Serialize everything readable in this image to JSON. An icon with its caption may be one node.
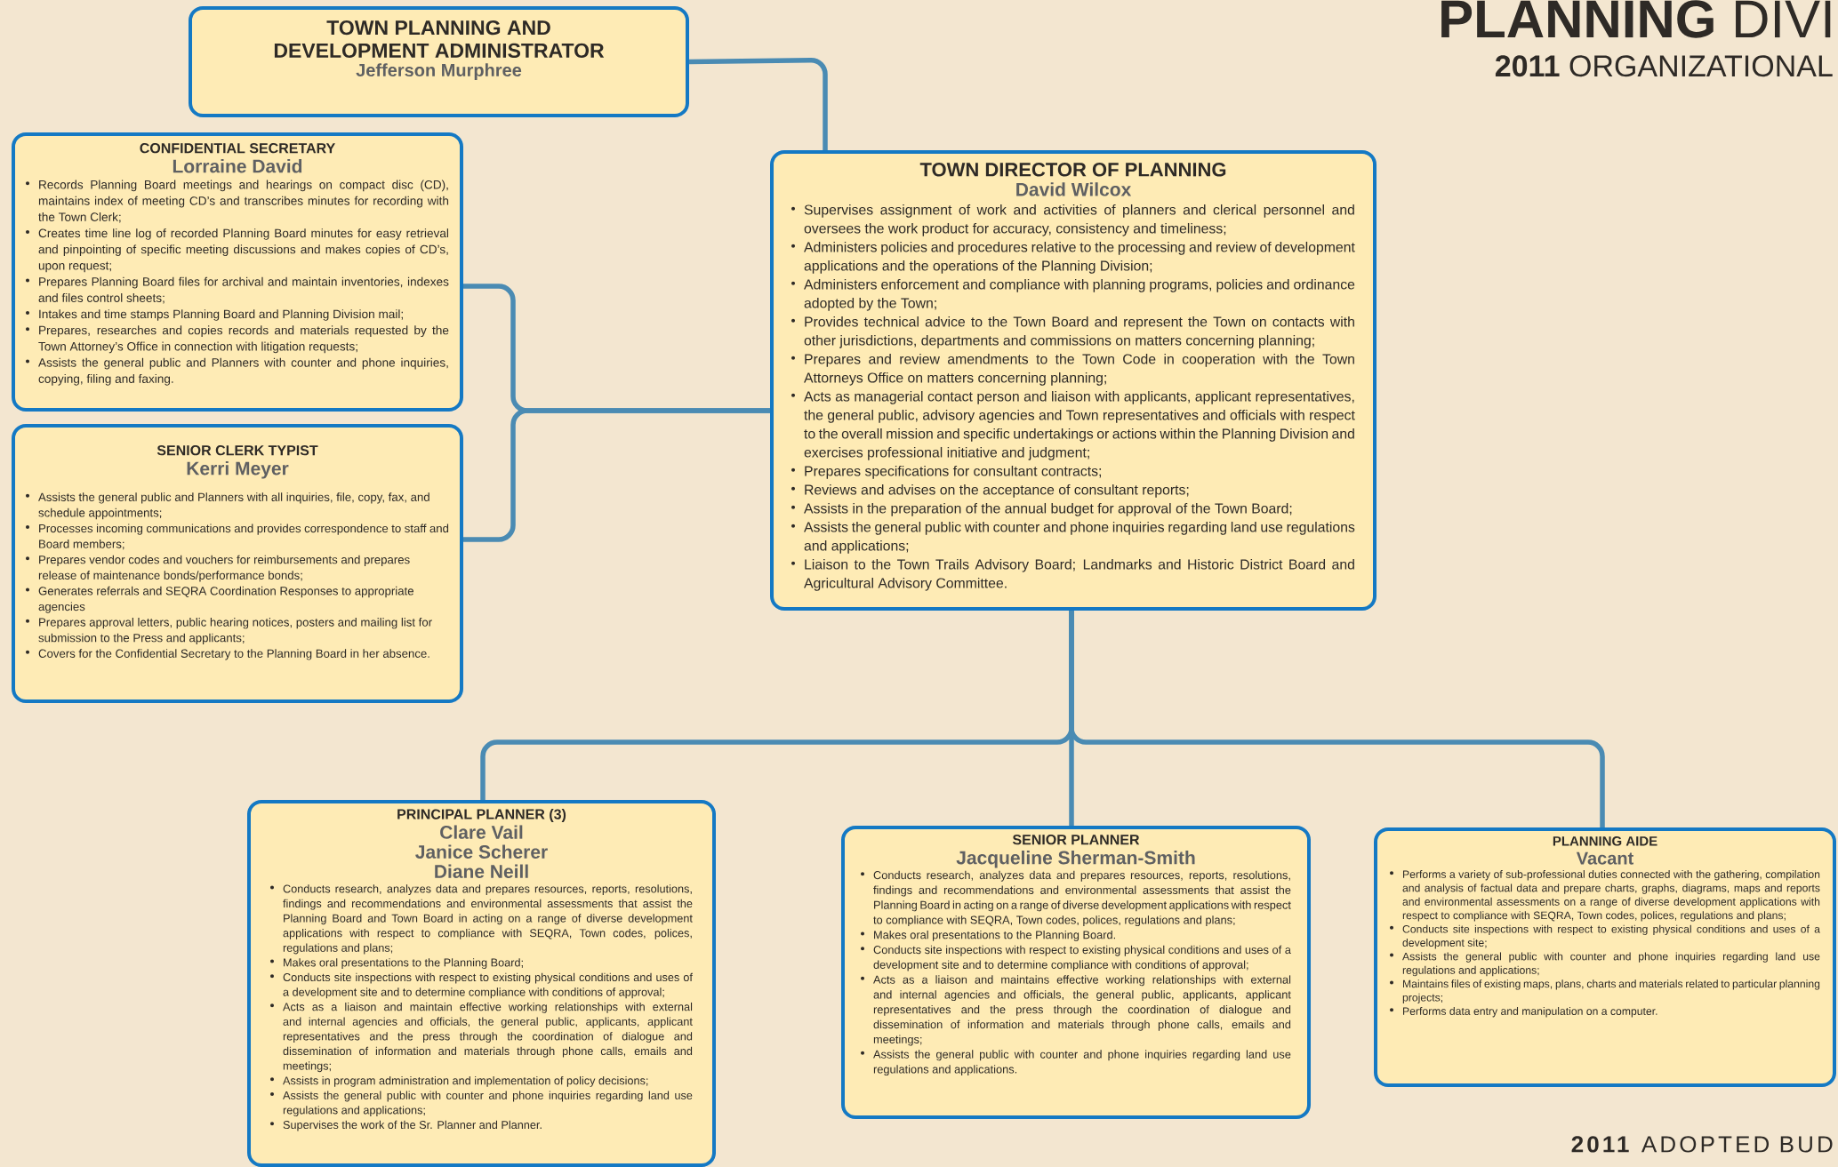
{
  "diagram": {
    "title": "**PLANNING** DIVI",
    "nodes": [
      {
        "text": [
          "TOWN PLANNING AND DEVELOPMENT ADMINISTRATOR",
          "Jefferson Murphree"
        ]
      },
      {
        "text": [
          "TOWN DIRECTOR OF PLANNING",
          "David Wilcox",
          "Supervises assignment of work and activities of planners and clerical personnel and oversees the work product for accuracy, consistency and timeliness;",
          "Administers policies and procedures relative to the processing and review of development applications and the operations of the Planning Division;",
          "Administers enforcement and compliance with planning programs, policies and ordinance adopted by the Town;",
          "Provides technical advice to the Town Board and represent the Town on contacts with other jurisdictions, departments and commissions on matters concerning planning;",
          "Prepares and review amendments to the Town Code in cooperation with the Town Attorneys Office on matters concerning planning;",
          "Acts as managerial contact person and liaison with applicants, applicant representatives, the general public, advisory agencies and Town representatives and officials with respect to the overall mission and specific undertakings or actions within the Planning Division and exercises professional initiative and judgment;",
          "Prepares specifications for consultant contracts;",
          "Reviews and advises on the acceptance of consultant reports;",
          "Assists in the preparation of the annual budget for approval of the Town Board;",
          "Assists the general public with counter and phone inquiries regarding land use regulations and applications;",
          "Liaison to the Town Trails Advisory Board; Landmarks and Historic District Board and Agricultural Advisory Committee."
        ]
      },
      {
        "text": [
          "CONFIDENTIAL SECRETARY",
          "Lorraine David",
          "Records Planning Board meetings and hearings on compact disc (CD), maintains index of meeting CD’s and transcribes minutes for recording with the Town Clerk;",
          "Creates time line log of recorded Planning Board minutes for easy retrieval and pinpointing of specific meeting discussions and makes copies of CD’s, upon request;",
          "Prepares Planning Board files for archival and maintain inventories, indexes and files control sheets;",
          "Intakes and time stamps Planning Board and Planning Division mail;",
          "Prepares, researches and copies records and materials requested by the Town Attorney’s Office in connection with litigation requests;",
          "Assists the general public and Planners with counter and phone inquiries, copying, filing and faxing."
        ]
      },
      {
        "text": [
          "SENIOR CLERK TYPIST",
          "Kerri Meyer",
          "Assists the general public and Planners with all inquiries, file, copy, fax, and schedule appointments;",
          "Processes incoming communications and provides correspondence to staff and Board members;",
          "Prepares vendor codes and vouchers for reimbursements and prepares release of maintenance bonds/performance bonds;",
          "Generates referrals and SEQRA Coordination Responses to appropriate agencies",
          "Prepares approval letters, public hearing notices, posters and mailing list for submission to the Press and applicants;",
          "Covers for the Confidential Secretary to the Planning Board in her absence."
        ]
      },
      {
        "text": [
          "PRINCIPAL PLANNER (3)",
          "Clare Vail",
          "Janice Scherer",
          "Diane Neill",
          "Conducts research, analyzes data and prepares resources, reports, resolutions, findings and recommendations and environmental assessments that assist the Planning Board and Town Board in acting on a range of diverse development applications with respect to compliance with SEQRA, Town codes, polices, regulations and plans;",
          "Makes oral presentations to the Planning Board;",
          "Conducts site inspections with respect to existing physical conditions and uses of a development site and to determine compliance with conditions of approval;",
          "Acts as a liaison and maintain effective working relationships with external and internal agencies and officials, the general public, applicants, applicant representatives and the press through the coordination of dialogue and dissemination of information and materials through phone calls, emails and meetings;",
          "Assists in program administration and implementation of policy decisions;",
          "Assists the general public with counter and phone inquiries regarding land use regulations and applications;",
          "Supervises the work of the Sr. Planner and Planner."
        ]
      },
      {
        "text": [
          "SENIOR PLANNER",
          "Jacqueline Sherman-Smith",
          "Conducts research, analyzes data and prepares resources, reports, resolutions, findings and recommendations and environmental assessments that assist the Planning Board in acting on a range of diverse development applications with respect to compliance with SEQRA, Town codes, polices, regulations and plans;",
          "Makes oral presentations to the Planning Board.",
          "Conducts site inspections with respect to existing physical conditions and uses of a development site and to determine compliance with conditions of approval;",
          "Acts as a liaison and maintains effective working relationships with external and internal agencies and officials, the general public, applicants, applicant representatives and the press through the coordination of dialogue and dissemination of information and materials through phone calls, emails and meetings;",
          "Assists the general public with counter and phone inquiries regarding land use regulations and applications."
        ]
      },
      {
        "text": [
          "PLANNING AIDE",
          "Vacant",
          "Performs a variety of sub-professional duties connected with the gathering, compilation and analysis of factual data and prepare charts, graphs, diagrams, maps and reports and environmental assessments on a range of diverse development applications with respect to compliance with SEQRA, Town codes, polices, regulations and plans;",
          "Conducts site inspections with respect to existing physical conditions and uses of a development site;",
          "Assists the general public with counter and phone inquiries regarding land use regulations and applications;",
          "Maintains files of existing maps, plans, charts and materials related to particular planning projects;",
          "Performs data entry and manipulation on a computer."
        ]
      }
    ],
    "edges": [
      {
        "from": 0,
        "to": 1,
        "arrow": "none"
      },
      {
        "from": 2,
        "to": 1,
        "arrow": "none"
      },
      {
        "from": 3,
        "to": 1,
        "arrow": "none"
      },
      {
        "from": 1,
        "to": 4,
        "arrow": "none"
      },
      {
        "from": 1,
        "to": 5,
        "arrow": "none"
      },
      {
        "from": 1,
        "to": 6,
        "arrow": "none"
      }
    ],
    "labels": [
      "**2011** ORGANIZATIONAL",
      "**2011** ADOPTED BUD"
    ]
  }
}
